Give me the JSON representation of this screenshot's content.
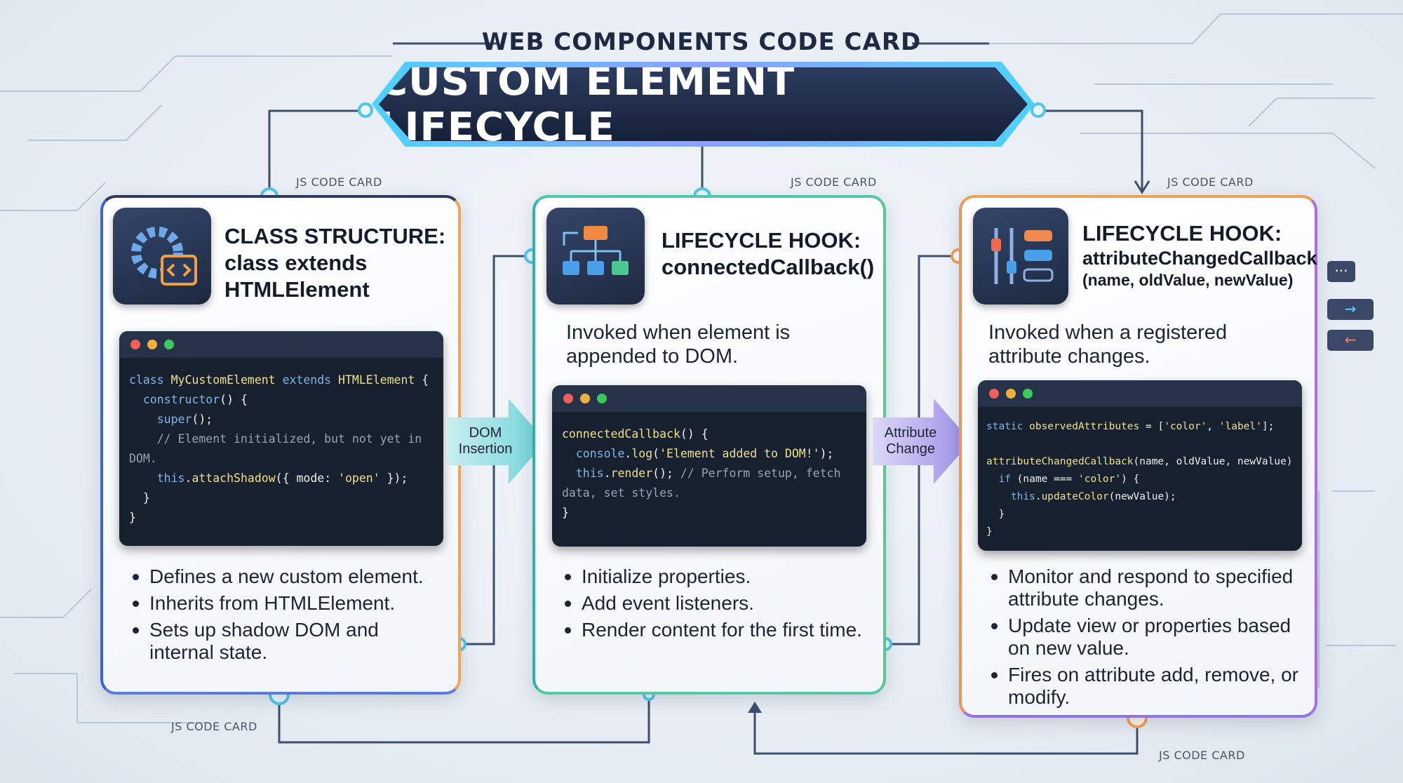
{
  "header": {
    "subtitle": "WEB COMPONENTS CODE CARD",
    "title": "CUSTOM ELEMENT LIFECYCLE"
  },
  "labels": {
    "js_code_card": "JS CODE CARD"
  },
  "colors": {
    "banner": "#1d2940",
    "accent_cyan": "#4fd1ff",
    "card1_accent": "#3a64d6",
    "card2_accent": "#4fc6b2",
    "card3_accent": "#a96fe6",
    "code_bg": "#17202e"
  },
  "cards": [
    {
      "icon": "gear-code-icon",
      "title_line1": "CLASS STRUCTURE:",
      "title_line2": "class extends",
      "title_line3": "HTMLElement",
      "code": [
        [
          [
            "k",
            "class "
          ],
          [
            "y",
            "MyCustomElement "
          ],
          [
            "k",
            "extends "
          ],
          [
            "y",
            "HTMLElement "
          ],
          [
            "w",
            "{"
          ]
        ],
        [
          [
            "w",
            "  "
          ],
          [
            "k",
            "constructor"
          ],
          [
            "w",
            "() {"
          ]
        ],
        [
          [
            "w",
            "    "
          ],
          [
            "k",
            "super"
          ],
          [
            "w",
            "();"
          ]
        ],
        [
          [
            "cm",
            "    // Element initialized, but not yet in DOM."
          ]
        ],
        [
          [
            "w",
            "    "
          ],
          [
            "k",
            "this"
          ],
          [
            "w",
            "."
          ],
          [
            "y",
            "attachShadow"
          ],
          [
            "w",
            "({ mode: "
          ],
          [
            "y",
            "'open'"
          ],
          [
            "w",
            " });"
          ]
        ],
        [
          [
            "w",
            "  }"
          ]
        ],
        [
          [
            "w",
            "}"
          ]
        ]
      ],
      "bullets": [
        "Defines a new custom element.",
        "Inherits from HTMLElement.",
        "Sets up shadow DOM and internal state."
      ]
    },
    {
      "icon": "hierarchy-tree-icon",
      "title_line1": "LIFECYCLE HOOK:",
      "title_line2": "connectedCallback()",
      "description": "Invoked when element is appended to DOM.",
      "code": [
        [
          [
            "y",
            "connectedCallback"
          ],
          [
            "w",
            "() {"
          ]
        ],
        [
          [
            "w",
            "  "
          ],
          [
            "k",
            "console"
          ],
          [
            "w",
            "."
          ],
          [
            "y",
            "log"
          ],
          [
            "w",
            "("
          ],
          [
            "y",
            "'Element added to DOM!'"
          ],
          [
            "w",
            ");"
          ]
        ],
        [
          [
            "w",
            "  "
          ],
          [
            "k",
            "this"
          ],
          [
            "w",
            "."
          ],
          [
            "y",
            "render"
          ],
          [
            "w",
            "(); "
          ],
          [
            "cm",
            "// Perform setup, fetch data, set styles."
          ]
        ],
        [
          [
            "w",
            "}"
          ]
        ]
      ],
      "bullets": [
        "Initialize properties.",
        "Add event listeners.",
        "Render content for the first time."
      ]
    },
    {
      "icon": "sliders-icon",
      "title_line1": "LIFECYCLE HOOK:",
      "title_line2": "attributeChangedCallback",
      "title_line3": "(name, oldValue, newValue)",
      "description": "Invoked when a registered attribute changes.",
      "code": [
        [
          [
            "k",
            "static "
          ],
          [
            "y",
            "observedAttributes "
          ],
          [
            "w",
            "= ["
          ],
          [
            "y",
            "'color'"
          ],
          [
            "w",
            ", "
          ],
          [
            "y",
            "'label'"
          ],
          [
            "w",
            "];"
          ]
        ],
        [
          [
            "w",
            " "
          ]
        ],
        [
          [
            "y",
            "attributeChangedCallback"
          ],
          [
            "w",
            "(name, oldValue, newValue)"
          ]
        ],
        [
          [
            "w",
            "  "
          ],
          [
            "k",
            "if "
          ],
          [
            "w",
            "(name === "
          ],
          [
            "y",
            "'color'"
          ],
          [
            "w",
            ") {"
          ]
        ],
        [
          [
            "w",
            "    "
          ],
          [
            "k",
            "this"
          ],
          [
            "w",
            "."
          ],
          [
            "y",
            "updateColor"
          ],
          [
            "w",
            "(newValue);"
          ]
        ],
        [
          [
            "w",
            "  }"
          ]
        ],
        [
          [
            "w",
            "}"
          ]
        ]
      ],
      "bullets": [
        "Monitor and respond to specified attribute changes.",
        "Update view or properties based on new value.",
        "Fires on attribute add, remove, or modify."
      ]
    }
  ],
  "arrows": {
    "dom_insertion": "DOM Insertion",
    "attribute_change": "Attribute Change"
  },
  "side_buttons": {
    "more": "···",
    "forward": "→",
    "back": "←"
  }
}
